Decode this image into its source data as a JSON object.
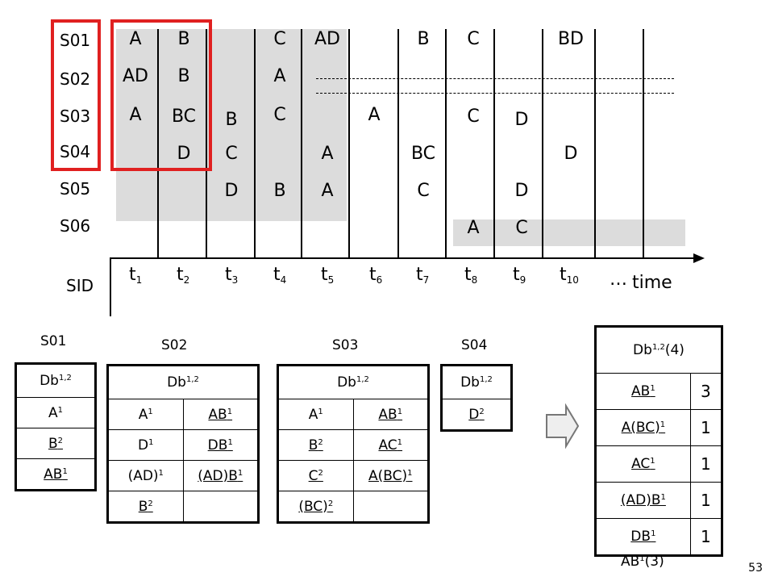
{
  "timeline": {
    "sid_rows": [
      "S01",
      "S02",
      "S03",
      "S04",
      "S05",
      "S06"
    ],
    "axis_label": "SID",
    "time_label": "time",
    "ellipsis": "…",
    "ticks": [
      {
        "base": "t",
        "sub": "1"
      },
      {
        "base": "t",
        "sub": "2"
      },
      {
        "base": "t",
        "sub": "3"
      },
      {
        "base": "t",
        "sub": "4"
      },
      {
        "base": "t",
        "sub": "5"
      },
      {
        "base": "t",
        "sub": "6"
      },
      {
        "base": "t",
        "sub": "7"
      },
      {
        "base": "t",
        "sub": "8"
      },
      {
        "base": "t",
        "sub": "9"
      },
      {
        "base": "t",
        "sub": "10"
      }
    ],
    "cells": {
      "s01": [
        "A",
        "B",
        "",
        "C",
        "AD",
        "",
        "B",
        "C",
        "",
        "BD"
      ],
      "s02": [
        "AD",
        "B",
        "",
        "A",
        "",
        "",
        "",
        "",
        "",
        ""
      ],
      "s03": [
        "A",
        "BC",
        "B",
        "C",
        "",
        "A",
        "",
        "C",
        "D",
        ""
      ],
      "s04": [
        "",
        "D",
        "C",
        "",
        "A",
        "",
        "BC",
        "",
        "",
        "D"
      ],
      "s05": [
        "",
        "",
        "D",
        "B",
        "A",
        "",
        "C",
        "",
        "D",
        ""
      ],
      "s06": [
        "",
        "",
        "",
        "",
        "",
        "",
        "",
        "A",
        "C",
        ""
      ]
    }
  },
  "tables": {
    "s01": {
      "caption": "S01",
      "header": {
        "base": "Db",
        "sup": "1,2"
      },
      "rows": [
        [
          {
            "base": "A",
            "sup": "1",
            "u": false
          }
        ],
        [
          {
            "base": "B",
            "sup": "2",
            "u": true
          }
        ],
        [
          {
            "base": "AB",
            "sup": "1",
            "u": true
          }
        ]
      ]
    },
    "s02": {
      "caption": "S02",
      "header": {
        "base": "Db",
        "sup": "1,2"
      },
      "rows": [
        [
          {
            "base": "A",
            "sup": "1",
            "u": false
          },
          {
            "base": "AB",
            "sup": "1",
            "u": true
          }
        ],
        [
          {
            "base": "D",
            "sup": "1",
            "u": false
          },
          {
            "base": "DB",
            "sup": "1",
            "u": true
          }
        ],
        [
          {
            "base": "(AD)",
            "sup": "1",
            "u": false
          },
          {
            "base": "(AD)B",
            "sup": "1",
            "u": true
          }
        ],
        [
          {
            "base": "B",
            "sup": "2",
            "u": true
          },
          {
            "base": "",
            "sup": "",
            "u": false
          }
        ]
      ]
    },
    "s03": {
      "caption": "S03",
      "header": {
        "base": "Db",
        "sup": "1,2"
      },
      "rows": [
        [
          {
            "base": "A",
            "sup": "1",
            "u": false
          },
          {
            "base": "AB",
            "sup": "1",
            "u": true
          }
        ],
        [
          {
            "base": "B",
            "sup": "2",
            "u": true
          },
          {
            "base": "AC",
            "sup": "1",
            "u": true
          }
        ],
        [
          {
            "base": "C",
            "sup": "2",
            "u": true
          },
          {
            "base": "A(BC)",
            "sup": "1",
            "u": true
          }
        ],
        [
          {
            "base": "(BC)",
            "sup": "2",
            "u": true
          },
          {
            "base": "",
            "sup": "",
            "u": false
          }
        ]
      ]
    },
    "s04": {
      "caption": "S04",
      "header": {
        "base": "Db",
        "sup": "1,2"
      },
      "rows": [
        [
          {
            "base": "D",
            "sup": "2",
            "u": true
          }
        ]
      ]
    },
    "result": {
      "header": {
        "base": "Db",
        "sup": "1,2",
        "suffix": "(4)"
      },
      "rows": [
        {
          "base": "AB",
          "sup": "1",
          "count": "3"
        },
        {
          "base": "A(BC)",
          "sup": "1",
          "count": "1"
        },
        {
          "base": "AC",
          "sup": "1",
          "count": "1"
        },
        {
          "base": "(AD)B",
          "sup": "1",
          "count": "1"
        },
        {
          "base": "DB",
          "sup": "1",
          "count": "1"
        }
      ]
    }
  },
  "result_note": {
    "base": "AB",
    "sup": "1",
    "suffix": "(3)"
  },
  "page_number": "53",
  "colors": {
    "highlight": "#e02020",
    "shade": "#dcdcdc"
  }
}
